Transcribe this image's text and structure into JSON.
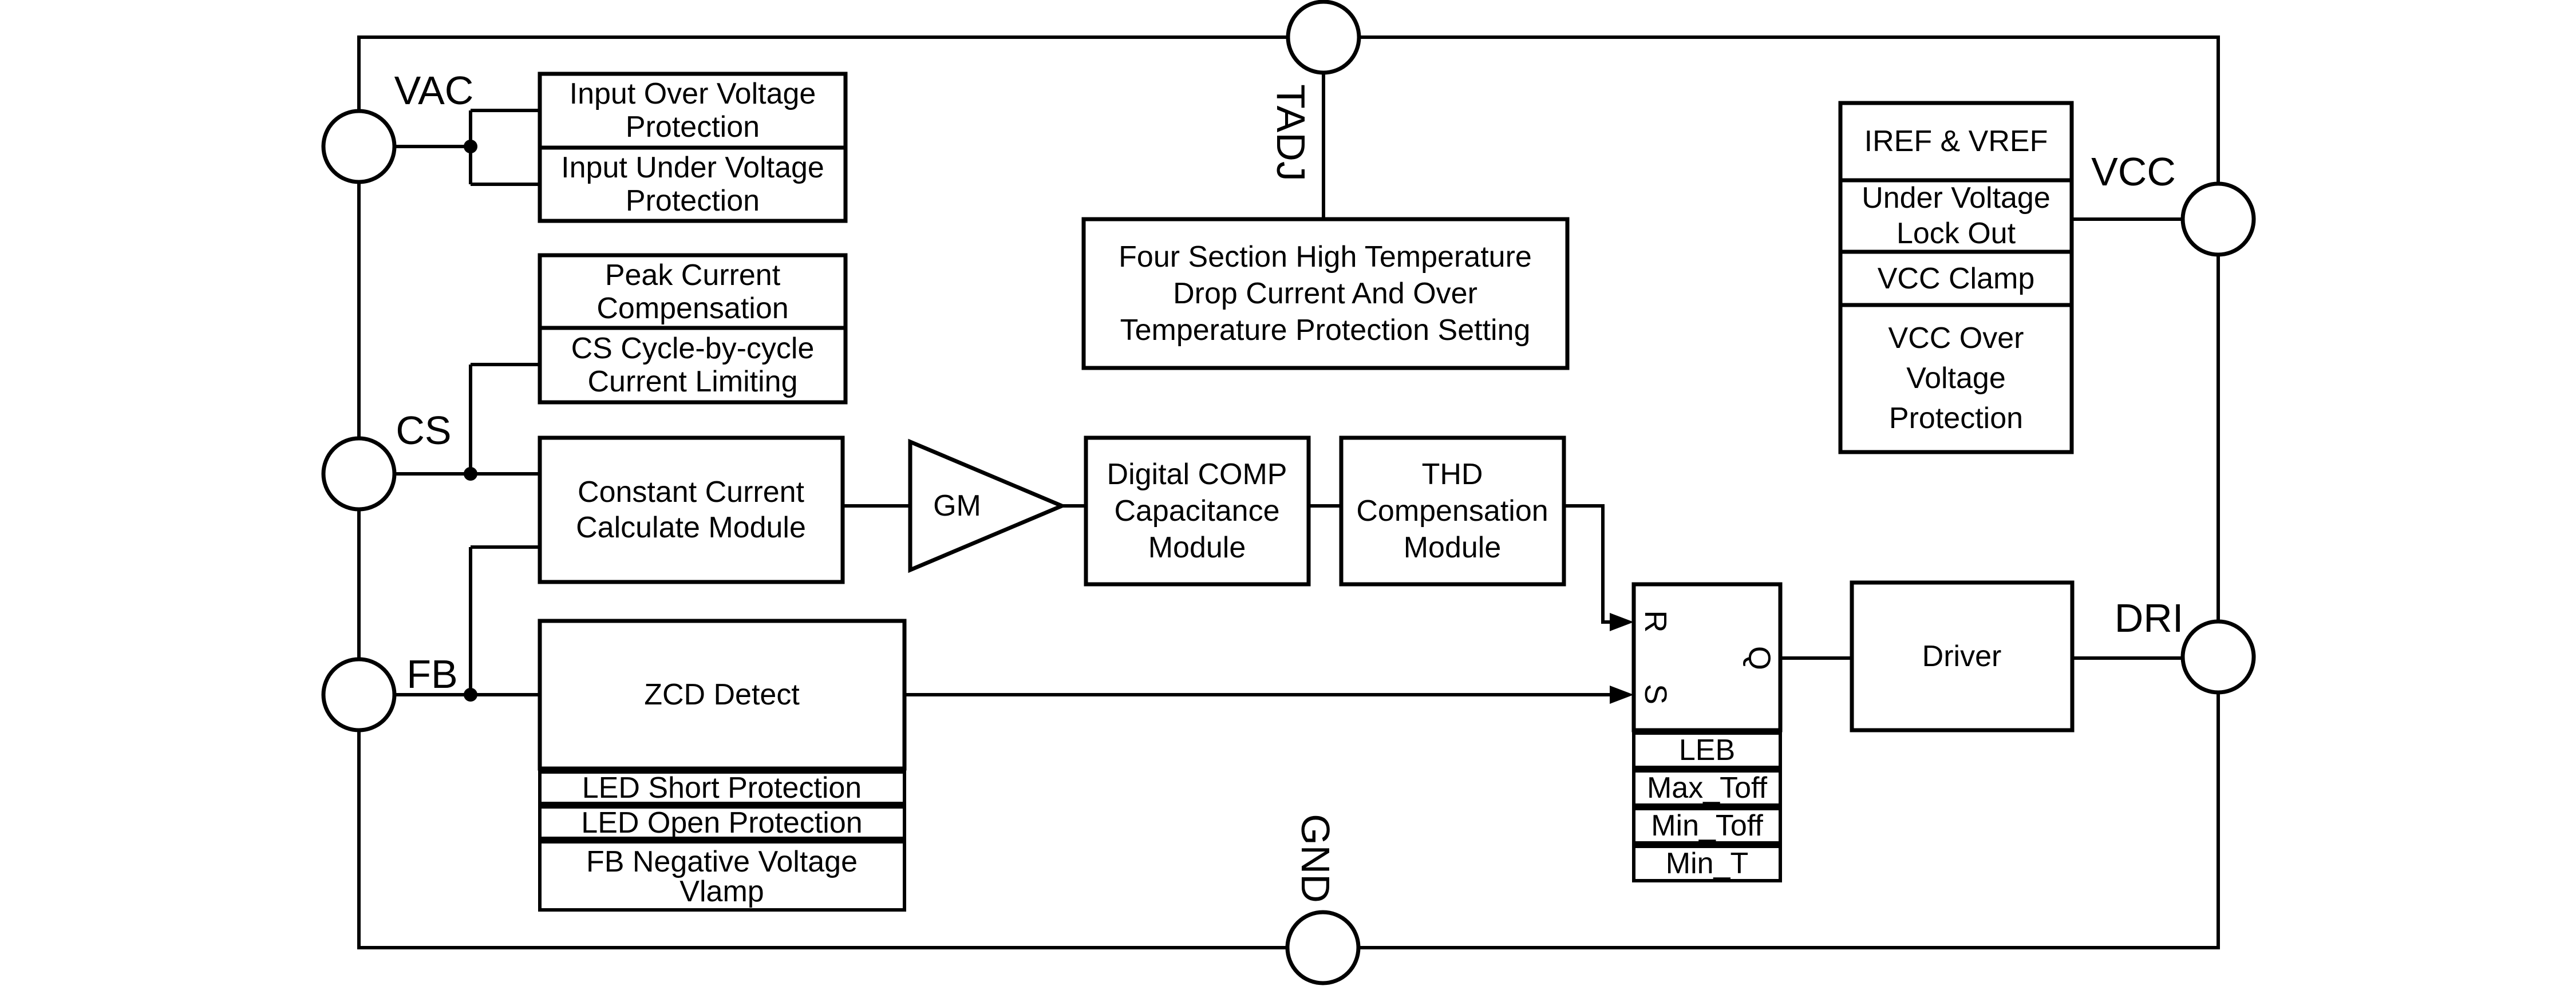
{
  "colors": {
    "ink": "#000000",
    "paper": "#ffffff"
  },
  "pins": {
    "vac": "VAC",
    "cs": "CS",
    "fb": "FB",
    "tadj": "TADJ",
    "gnd": "GND",
    "vcc": "VCC",
    "dri": "DRI"
  },
  "blocks": {
    "input_over_voltage": [
      "Input Over Voltage",
      "Protection"
    ],
    "input_under_voltage": [
      "Input Under Voltage",
      "Protection"
    ],
    "peak_current": [
      "Peak Current",
      "Compensation"
    ],
    "cs_cycle": [
      "CS Cycle-by-cycle",
      "Current Limiting"
    ],
    "constant_current": [
      "Constant Current",
      "Calculate Module"
    ],
    "gm": "GM",
    "digital_comp": [
      "Digital COMP",
      "Capacitance",
      "Module"
    ],
    "thd": [
      "THD",
      "Compensation",
      "Module"
    ],
    "four_section": [
      "Four Section High Temperature",
      "Drop Current And Over",
      "Temperature Protection Setting"
    ],
    "zcd": "ZCD Detect",
    "led_short": "LED Short Protection",
    "led_open": "LED Open Protection",
    "fb_negative": [
      "FB Negative Voltage",
      "Vlamp"
    ],
    "flipflop": {
      "r": "R",
      "s": "S",
      "q": "Q"
    },
    "timing_rows": [
      "LEB",
      "Max_Toff",
      "Min_Toff",
      "Min_T"
    ],
    "driver": "Driver",
    "iref_vref": "IREF & VREF",
    "uvlo": [
      "Under Voltage",
      "Lock Out"
    ],
    "vcc_clamp": "VCC Clamp",
    "vcc_ovp": [
      "VCC Over",
      "Voltage",
      "Protection"
    ]
  }
}
